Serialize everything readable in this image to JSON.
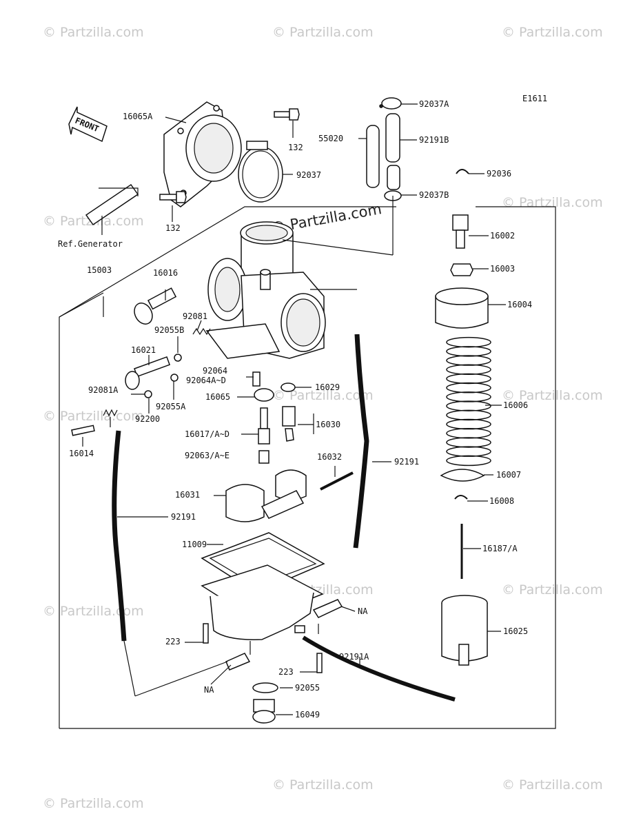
{
  "diagram": {
    "code": "E1611",
    "front_label": "FRONT",
    "ref_note": "Ref.Generator",
    "watermark_text": "© Partzilla.com",
    "watermark_main": "© Partzilla.com"
  },
  "labels": [
    {
      "id": "l-16065a",
      "text": "16065A"
    },
    {
      "id": "l-132a",
      "text": "132"
    },
    {
      "id": "l-92037",
      "text": "92037"
    },
    {
      "id": "l-132b",
      "text": "132"
    },
    {
      "id": "l-92037a",
      "text": "92037A"
    },
    {
      "id": "l-55020",
      "text": "55020"
    },
    {
      "id": "l-92191b",
      "text": "92191B"
    },
    {
      "id": "l-92036",
      "text": "92036"
    },
    {
      "id": "l-92037b",
      "text": "92037B"
    },
    {
      "id": "l-16002",
      "text": "16002"
    },
    {
      "id": "l-16003",
      "text": "16003"
    },
    {
      "id": "l-15003",
      "text": "15003"
    },
    {
      "id": "l-16016",
      "text": "16016"
    },
    {
      "id": "l-16004",
      "text": "16004"
    },
    {
      "id": "l-92081",
      "text": "92081"
    },
    {
      "id": "l-92055b",
      "text": "92055B"
    },
    {
      "id": "l-16021",
      "text": "16021"
    },
    {
      "id": "l-92064",
      "text": "92064"
    },
    {
      "id": "l-92064ad",
      "text": "92064A~D"
    },
    {
      "id": "l-16029",
      "text": "16029"
    },
    {
      "id": "l-92081a",
      "text": "92081A"
    },
    {
      "id": "l-16065",
      "text": "16065"
    },
    {
      "id": "l-92055a",
      "text": "92055A"
    },
    {
      "id": "l-16006",
      "text": "16006"
    },
    {
      "id": "l-92200",
      "text": "92200"
    },
    {
      "id": "l-16030",
      "text": "16030"
    },
    {
      "id": "l-16017",
      "text": "16017/A~D"
    },
    {
      "id": "l-16014",
      "text": "16014"
    },
    {
      "id": "l-92063",
      "text": "92063/A~E"
    },
    {
      "id": "l-16032",
      "text": "16032"
    },
    {
      "id": "l-92191a",
      "text": "92191"
    },
    {
      "id": "l-16007",
      "text": "16007"
    },
    {
      "id": "l-16031",
      "text": "16031"
    },
    {
      "id": "l-16008",
      "text": "16008"
    },
    {
      "id": "l-92191b2",
      "text": "92191"
    },
    {
      "id": "l-11009",
      "text": "11009"
    },
    {
      "id": "l-16187",
      "text": "16187/A"
    },
    {
      "id": "l-na1",
      "text": "NA"
    },
    {
      "id": "l-16025",
      "text": "16025"
    },
    {
      "id": "l-223a",
      "text": "223"
    },
    {
      "id": "l-92191a2",
      "text": "92191A"
    },
    {
      "id": "l-223b",
      "text": "223"
    },
    {
      "id": "l-na2",
      "text": "NA"
    },
    {
      "id": "l-92055",
      "text": "92055"
    },
    {
      "id": "l-16049",
      "text": "16049"
    }
  ]
}
